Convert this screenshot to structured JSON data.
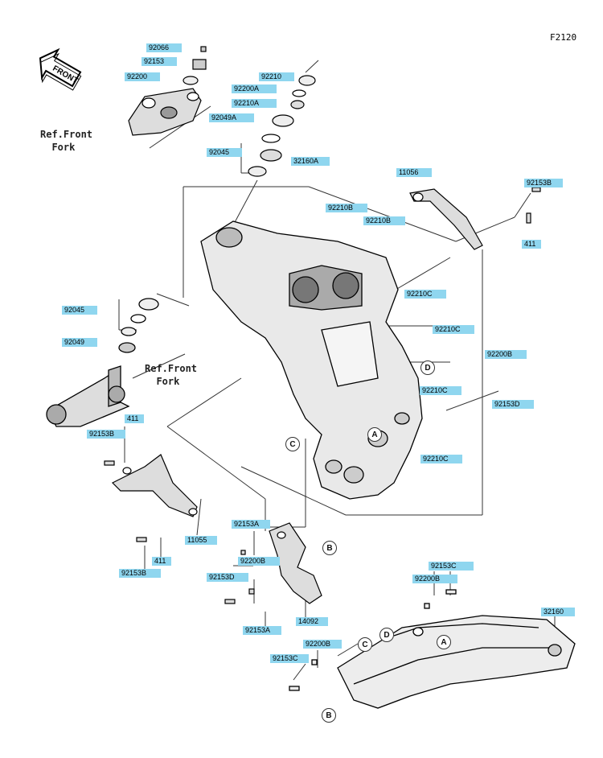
{
  "diagram_code": "F2120",
  "front_arrow_text": "FRONT",
  "ref_front_fork": "Ref.Front\n  Fork",
  "parts": [
    {
      "id": "p01",
      "label": "92066"
    },
    {
      "id": "p02",
      "label": "92153"
    },
    {
      "id": "p03",
      "label": "92200"
    },
    {
      "id": "p04",
      "label": "92210"
    },
    {
      "id": "p05",
      "label": "92200A"
    },
    {
      "id": "p06",
      "label": "92210A"
    },
    {
      "id": "p07",
      "label": "92049A"
    },
    {
      "id": "p08",
      "label": "92045"
    },
    {
      "id": "p09",
      "label": "32160A"
    },
    {
      "id": "p10",
      "label": "11056"
    },
    {
      "id": "p11",
      "label": "92153B"
    },
    {
      "id": "p12",
      "label": "411"
    },
    {
      "id": "p13",
      "label": "92210B"
    },
    {
      "id": "p14",
      "label": "92210B"
    },
    {
      "id": "p15",
      "label": "92210C"
    },
    {
      "id": "p16",
      "label": "92210C"
    },
    {
      "id": "p17",
      "label": "92200B"
    },
    {
      "id": "p18",
      "label": "92210C"
    },
    {
      "id": "p19",
      "label": "92153D"
    },
    {
      "id": "p20",
      "label": "92210C"
    },
    {
      "id": "p21",
      "label": "92045"
    },
    {
      "id": "p22",
      "label": "92049"
    },
    {
      "id": "p23",
      "label": "411"
    },
    {
      "id": "p24",
      "label": "92153B"
    },
    {
      "id": "p25",
      "label": "11055"
    },
    {
      "id": "p26",
      "label": "411"
    },
    {
      "id": "p27",
      "label": "92153B"
    },
    {
      "id": "p28",
      "label": "92153A"
    },
    {
      "id": "p29",
      "label": "92200B"
    },
    {
      "id": "p30",
      "label": "92153D"
    },
    {
      "id": "p31",
      "label": "92153A"
    },
    {
      "id": "p32",
      "label": "14092"
    },
    {
      "id": "p33",
      "label": "92153C"
    },
    {
      "id": "p34",
      "label": "92200B"
    },
    {
      "id": "p35",
      "label": "32160"
    },
    {
      "id": "p36",
      "label": "92200B"
    },
    {
      "id": "p37",
      "label": "92153C"
    }
  ],
  "callouts": [
    "D",
    "C",
    "A",
    "B",
    "A",
    "C",
    "D",
    "B"
  ]
}
